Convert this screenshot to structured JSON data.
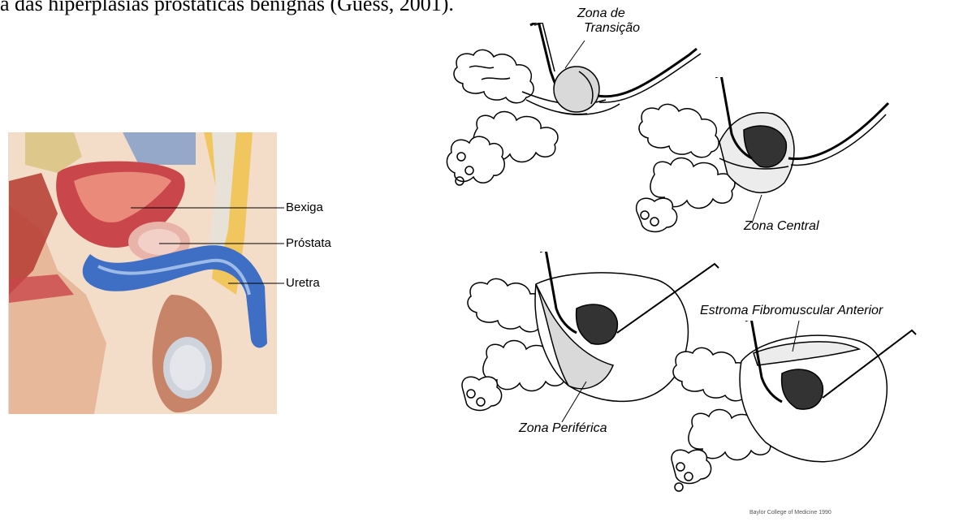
{
  "header": {
    "partial_text": "a das hiperplasias prostáticas benignas (Guess, 2001)."
  },
  "anatomy": {
    "labels": [
      "Bexiga",
      "Próstata",
      "Uretra"
    ],
    "colors": {
      "bladder": "#c9464a",
      "urethra": "#3f6fc4",
      "prostate": "#e8b3a8",
      "skin": "#e8b89a"
    }
  },
  "zones": {
    "transition": [
      "Zona de",
      "Transição"
    ],
    "central": "Zona Central",
    "peripheral": "Zona Periférica",
    "stroma": "Estroma Fibromuscular Anterior"
  },
  "credit": "Baylor College of Medicine 1990"
}
